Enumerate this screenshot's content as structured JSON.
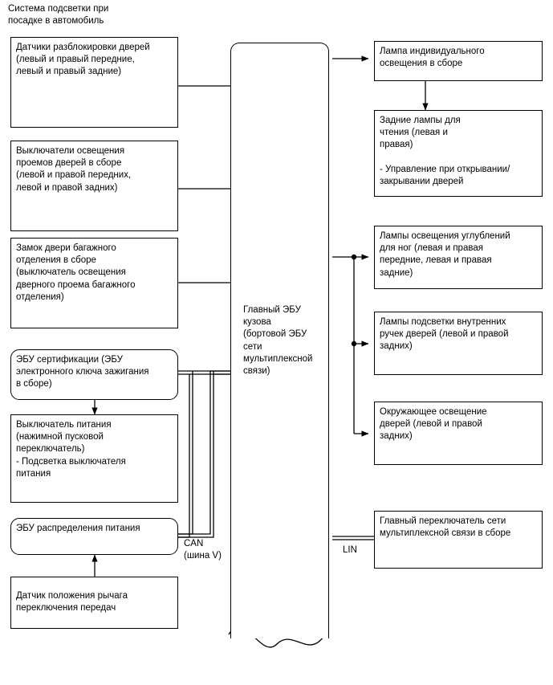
{
  "diagram": {
    "title": "Система подсветки при\nпосадке в автомобиль",
    "type": "block-diagram",
    "bus_labels": {
      "can": "CAN\n(шина V)",
      "lin": "LIN"
    },
    "center": {
      "label": "Главный ЭБУ\nкузова\n(бортовой ЭБУ\nсети\nмультиплексной\nсвязи)"
    },
    "inputs": [
      {
        "label": "Датчики разблокировки дверей\n(левый и правый передние,\nлевый и правый задние)"
      },
      {
        "label": "Выключатели освещения\nпроемов дверей в сборе\n(левой и правой передних,\nлевой и правой задних)"
      },
      {
        "label": "Замок двери багажного\nотделения в сборе\n(выключатель освещения\nдверного проема багажного\nотделения)"
      },
      {
        "label": "ЭБУ сертификации (ЭБУ\nэлектронного ключа зажигания\nв сборе)"
      },
      {
        "label": "Выключатель питания\n(нажимной пусковой\nпереключатель)\n- Подсветка выключателя\nпитания"
      },
      {
        "label": "ЭБУ распределения питания"
      },
      {
        "label": "Датчик положения рычага\nпереключения передач"
      }
    ],
    "outputs": [
      {
        "label": "Лампа индивидуального\nосвещения в сборе"
      },
      {
        "label": "Задние лампы для\nчтения (левая и\nправая)\n\n- Управление при открывании/\nзакрывании дверей"
      },
      {
        "label": "Лампы освещения углублений\nдля ног (левая и правая\nпередние, левая и правая\nзадние)"
      },
      {
        "label": "Лампы подсветки внутренних\nручек дверей (левой и правой\nзадних)"
      },
      {
        "label": "Окружающее освещение\nдверей (левой и правой\nзадних)"
      },
      {
        "label": "Главный переключатель сети\nмультиплексной связи в сборе"
      }
    ],
    "colors": {
      "line": "#000000",
      "background": "#ffffff"
    }
  }
}
